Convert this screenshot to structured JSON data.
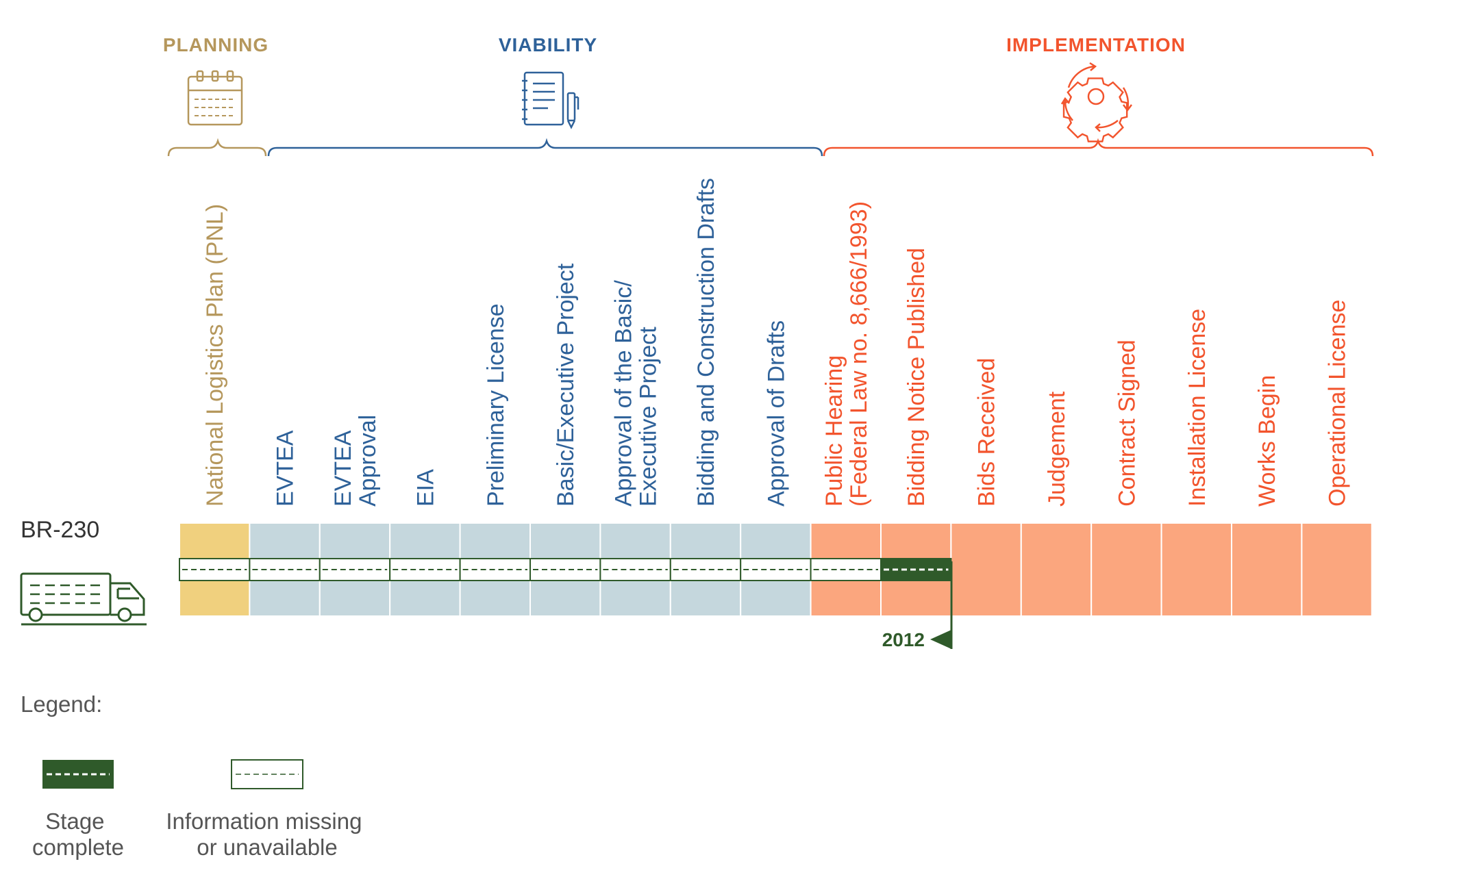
{
  "colors": {
    "planning": "#B5975C",
    "viability": "#2E6199",
    "implementation": "#F2542D",
    "planning_fill": "#F0D07E",
    "viability_fill": "#C5D7DD",
    "implementation_fill": "#FBA67E",
    "complete": "#2F5A2A"
  },
  "phases": [
    {
      "key": "planning",
      "title": "PLANNING",
      "icon": "calendar-icon"
    },
    {
      "key": "viability",
      "title": "VIABILITY",
      "icon": "document-pen-icon"
    },
    {
      "key": "implementation",
      "title": "IMPLEMENTATION",
      "icon": "gear-cycle-icon"
    }
  ],
  "stages": [
    {
      "id": "pnl",
      "phase": "planning",
      "lines": [
        "National Logistics Plan (PNL)"
      ],
      "status": "missing"
    },
    {
      "id": "evtea",
      "phase": "viability",
      "lines": [
        "EVTEA"
      ],
      "status": "missing"
    },
    {
      "id": "evtea-approval",
      "phase": "viability",
      "lines": [
        "EVTEA",
        "Approval"
      ],
      "status": "missing"
    },
    {
      "id": "eia",
      "phase": "viability",
      "lines": [
        "EIA"
      ],
      "status": "missing"
    },
    {
      "id": "preliminary-license",
      "phase": "viability",
      "lines": [
        "Preliminary License"
      ],
      "status": "missing"
    },
    {
      "id": "basic-executive-project",
      "phase": "viability",
      "lines": [
        "Basic/Executive Project"
      ],
      "status": "missing"
    },
    {
      "id": "approval-basic-executive",
      "phase": "viability",
      "lines": [
        "Approval of the Basic/",
        "Executive Project"
      ],
      "status": "missing"
    },
    {
      "id": "bidding-construction-drafts",
      "phase": "viability",
      "lines": [
        "Bidding and Construction Drafts"
      ],
      "status": "missing"
    },
    {
      "id": "approval-drafts",
      "phase": "viability",
      "lines": [
        "Approval of Drafts"
      ],
      "status": "missing"
    },
    {
      "id": "public-hearing",
      "phase": "implementation",
      "lines": [
        "Public Hearing",
        "(Federal Law no. 8,666/1993)"
      ],
      "status": "missing"
    },
    {
      "id": "bidding-notice",
      "phase": "implementation",
      "lines": [
        "Bidding Notice Published"
      ],
      "status": "complete"
    },
    {
      "id": "bids-received",
      "phase": "implementation",
      "lines": [
        "Bids Received"
      ],
      "status": "none"
    },
    {
      "id": "judgement",
      "phase": "implementation",
      "lines": [
        "Judgement"
      ],
      "status": "none"
    },
    {
      "id": "contract-signed",
      "phase": "implementation",
      "lines": [
        "Contract Signed"
      ],
      "status": "none"
    },
    {
      "id": "installation-license",
      "phase": "implementation",
      "lines": [
        "Installation License"
      ],
      "status": "none"
    },
    {
      "id": "works-begin",
      "phase": "implementation",
      "lines": [
        "Works Begin"
      ],
      "status": "none"
    },
    {
      "id": "operational-license",
      "phase": "implementation",
      "lines": [
        "Operational License"
      ],
      "status": "none"
    }
  ],
  "project": {
    "name": "BR-230",
    "icon": "truck-icon"
  },
  "marker": {
    "year": "2012",
    "icon": "flag-icon"
  },
  "legend": {
    "title": "Legend:",
    "items": [
      {
        "key": "complete",
        "lines": [
          "Stage",
          "complete"
        ]
      },
      {
        "key": "missing",
        "lines": [
          "Information missing",
          "or unavailable"
        ]
      }
    ]
  }
}
